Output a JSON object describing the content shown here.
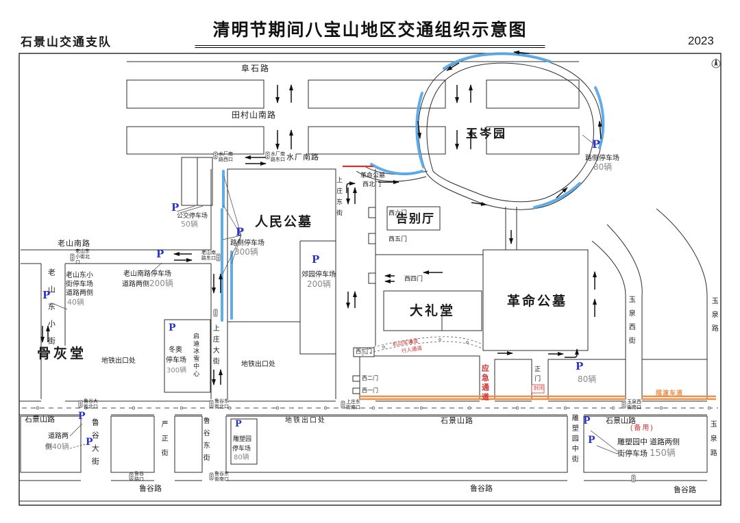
{
  "header": {
    "unit": "石景山交通支队",
    "title": "清明节期间八宝山地区交通组织示意图",
    "year": "2023"
  },
  "roads": {
    "fushi": "阜石路",
    "tiancunshan": "田村山南路",
    "shuichangnan": "水厂南路",
    "laoshannan": "老山南路",
    "laoshandongxiaojie": "老山东小街",
    "shangzhuangdong": "上庄东街",
    "shangzhuangda": "上庄大街",
    "shijingshan": "石景山路",
    "lugudajie": "鲁谷大街",
    "yanzhengjie": "严正街",
    "lugudongjie": "鲁谷东街",
    "lugulu": "鲁谷路",
    "diaosuyuanzhongjie": "雕塑园中街",
    "yuquanxijie": "玉泉西街",
    "yuquanlu": "玉泉路"
  },
  "places": {
    "renmin": "人民公墓",
    "yucen": "玉岑园",
    "gaobie": "告别厅",
    "dalitang": "大礼堂",
    "geming": "革命公墓",
    "guhui": "骨灰堂",
    "qidi": "启迪冰雪中心",
    "subway": "地铁出口处"
  },
  "gates": {
    "xibei_l1": "革命公墓",
    "xibei_l2": "西北门",
    "x6": "西六门",
    "x5": "西五门",
    "x4": "西四门",
    "x3": "西三门",
    "x2": "西二门",
    "x1": "西一门",
    "zheng": "正门"
  },
  "parking": {
    "p": "P",
    "bus": {
      "name": "公交停车场",
      "num": "50辆"
    },
    "roadside300": {
      "name": "路侧停车场",
      "num": "300辆"
    },
    "laoshannan200": {
      "l1": "老山南路停车场",
      "l2": "道路两侧",
      "num": "200辆"
    },
    "laoshandong40": {
      "l1": "老山东小",
      "l2": "街停车场",
      "l3": "道路两侧",
      "num": "40辆"
    },
    "jiaoyuan200": {
      "name": "郊园停车场",
      "num": "200辆"
    },
    "dongao300": {
      "l1": "冬奥",
      "l2": "停车场",
      "num": "300辆"
    },
    "ring80": {
      "name": "路侧停车场",
      "num": "80辆"
    },
    "gate80": {
      "num": "80辆"
    },
    "diaosu80": {
      "l1": "雕塑园",
      "l2": "停车场",
      "num": "80辆"
    },
    "roadside40": {
      "l1": "道路两",
      "l2": "侧",
      "num": "40辆"
    },
    "diaosu150": {
      "note": "(备用)",
      "l1": "雕塑园中 道路两侧",
      "l2": "街停车场",
      "num": "150辆"
    }
  },
  "notes": {
    "emergency": "应急通道",
    "closed": "封闭",
    "motor": "机动车通道",
    "walk": "行人通道",
    "shuttle": "摆渡车道"
  },
  "xing": {
    "scn_w": {
      "l1": "水厂南",
      "l2": "路西口"
    },
    "scn_e": {
      "l1": "水厂南",
      "l2": "路东口"
    },
    "lsdx_n": {
      "l1": "老山东",
      "l2": "小街北",
      "l3": "口"
    },
    "lsn_e": {
      "l1": "老山南",
      "l2": "路东口"
    },
    "lgd_n": {
      "l1": "鲁谷大",
      "l2": "街北口"
    },
    "lgdong_n": {
      "l1": "鲁谷东",
      "l2": "街北口"
    },
    "szd_s": {
      "l1": "上庄东",
      "l2": "街南口"
    },
    "yqx_s": {
      "l1": "玉泉西",
      "l2": "街南口"
    },
    "lg_k": {
      "l1": "鲁谷",
      "l2": "路口"
    },
    "lgdong_s": {
      "l1": "鲁谷东",
      "l2": "街南口"
    }
  }
}
